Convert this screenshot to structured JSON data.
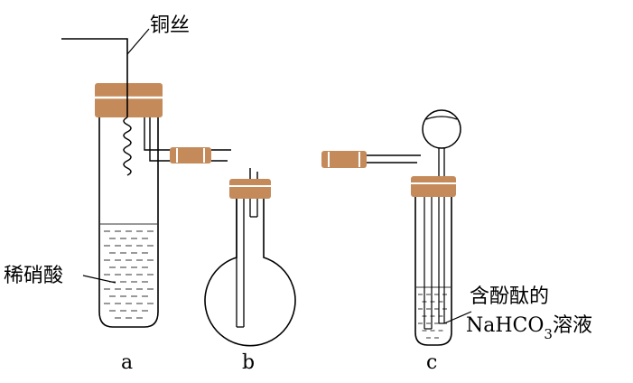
{
  "labels": {
    "copper_wire": "铜丝",
    "dilute_nitric_acid": "稀硝酸",
    "reagent_line1": "含酚酞的",
    "reagent_nahco": "NaHCO",
    "reagent_sub": "3",
    "reagent_tail": "溶液"
  },
  "apparatus_letters": {
    "a": "a",
    "b": "b",
    "c": "c"
  },
  "colors": {
    "stopper": "#c58a5a",
    "stopper_band": "#ffffff",
    "connector": "#c58a5a",
    "line": "#000000",
    "liquid_dash": "#333333"
  }
}
